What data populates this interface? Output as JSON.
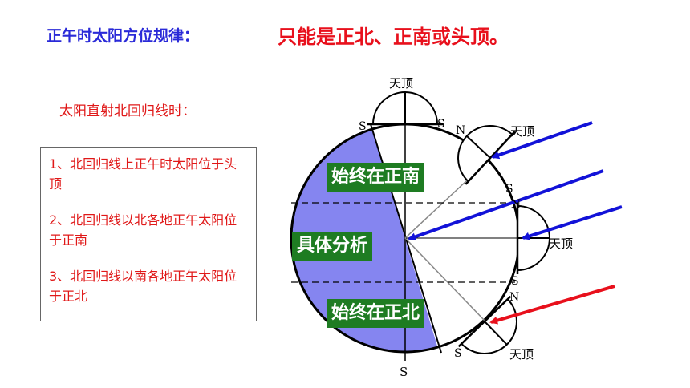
{
  "header": {
    "title": "正午时太阳方位规律：",
    "conclusion": "只能是正北、正南或头顶。"
  },
  "subheading": "太阳直射北回归线时：",
  "rules": [
    "1、北回归线上正午时太阳位于头顶",
    "2、北回归线以北各地正午太阳位于正南",
    "3、北回归线以南各地正午太阳位于正北"
  ],
  "diagram": {
    "zenith_label": "天顶",
    "north_label": "N",
    "south_label": "S",
    "labels": {
      "always_south": "始终在正南",
      "analysis": "具体分析",
      "always_north": "始终在正北"
    },
    "colors": {
      "night_side": "#8585f0",
      "sun_rays_blue": "#1212d8",
      "sun_ray_red": "#e8101c",
      "label_bg": "#1e7c22"
    }
  }
}
